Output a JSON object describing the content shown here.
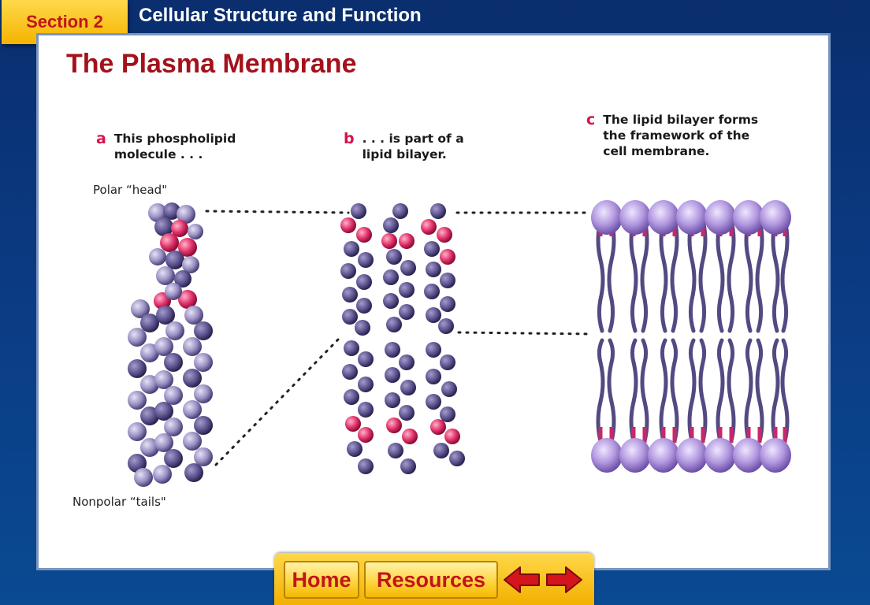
{
  "header": {
    "section_label": "Section 2",
    "chapter_title": "Cellular Structure and Function"
  },
  "slide": {
    "title": "The Plasma Membrane"
  },
  "figure": {
    "panel_a": {
      "letter": "a",
      "line1": "This phospholipid",
      "line2": "molecule . . ."
    },
    "panel_b": {
      "letter": "b",
      "line1": ". . . is part of a",
      "line2": "lipid bilayer."
    },
    "panel_c": {
      "letter": "c",
      "line1": "The lipid bilayer forms",
      "line2": "the framework of the",
      "line3": "cell membrane."
    },
    "label_head": "Polar “head\"",
    "label_tails": "Nonpolar “tails\""
  },
  "nav": {
    "home_label": "Home",
    "resources_label": "Resources",
    "back_icon": "left-arrow-icon",
    "forward_icon": "right-arrow-icon"
  },
  "colors": {
    "accent_red": "#c0161b",
    "title_red": "#a3121c",
    "tab_yellow": "#f4b400",
    "lipid_purple": "#8a7fb8",
    "head_pink": "#d8124a"
  }
}
